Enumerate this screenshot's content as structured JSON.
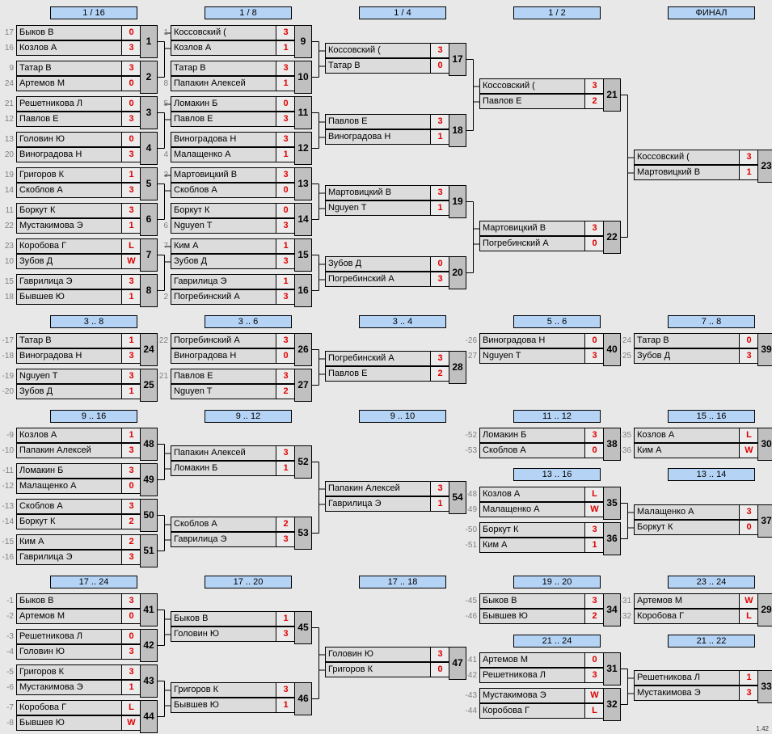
{
  "headers": [
    "1 / 16",
    "1 / 8",
    "1 / 4",
    "1 / 2",
    "ФИНАЛ",
    "3 .. 8",
    "3 .. 6",
    "3 .. 4",
    "5 .. 6",
    "7 .. 8",
    "9 .. 16",
    "9 .. 12",
    "9 .. 10",
    "11 .. 12",
    "15 .. 16",
    "13 .. 16",
    "13 .. 14",
    "17 .. 24",
    "17 .. 20",
    "17 .. 18",
    "19 .. 20",
    "23 .. 24",
    "21 .. 24",
    "21 .. 22"
  ],
  "version": "1.42",
  "matches": [
    {
      "id": "1",
      "p": [
        {
          "seed": "17",
          "name": "Быков В",
          "score": "0"
        },
        {
          "seed": "16",
          "name": "Козлов А",
          "score": "3"
        }
      ]
    },
    {
      "id": "2",
      "p": [
        {
          "seed": "9",
          "name": "Татар В",
          "score": "3"
        },
        {
          "seed": "24",
          "name": "Артемов М",
          "score": "0"
        }
      ]
    },
    {
      "id": "3",
      "p": [
        {
          "seed": "21",
          "name": "Решетникова Л",
          "score": "0"
        },
        {
          "seed": "12",
          "name": "Павлов Е",
          "score": "3"
        }
      ]
    },
    {
      "id": "4",
      "p": [
        {
          "seed": "13",
          "name": "Головин Ю",
          "score": "0"
        },
        {
          "seed": "20",
          "name": "Виноградова Н",
          "score": "3"
        }
      ]
    },
    {
      "id": "5",
      "p": [
        {
          "seed": "19",
          "name": "Григоров К",
          "score": "1"
        },
        {
          "seed": "14",
          "name": "Скоблов А",
          "score": "3"
        }
      ]
    },
    {
      "id": "6",
      "p": [
        {
          "seed": "11",
          "name": "Боркут К",
          "score": "3"
        },
        {
          "seed": "22",
          "name": "Мустакимова Э",
          "score": "1"
        }
      ]
    },
    {
      "id": "7",
      "p": [
        {
          "seed": "23",
          "name": "Коробова Г",
          "score": "L"
        },
        {
          "seed": "10",
          "name": "Зубов Д",
          "score": "W"
        }
      ]
    },
    {
      "id": "8",
      "p": [
        {
          "seed": "15",
          "name": "Гаврилица Э",
          "score": "3"
        },
        {
          "seed": "18",
          "name": "Бывшев Ю",
          "score": "1"
        }
      ]
    },
    {
      "id": "9",
      "p": [
        {
          "seed": "1",
          "name": "Коссовский (",
          "score": "3"
        },
        {
          "seed": "",
          "name": "Козлов А",
          "score": "1"
        }
      ]
    },
    {
      "id": "10",
      "p": [
        {
          "seed": "",
          "name": "Татар В",
          "score": "3"
        },
        {
          "seed": "8",
          "name": "Папакин Алексей",
          "score": "1"
        }
      ]
    },
    {
      "id": "11",
      "p": [
        {
          "seed": "5",
          "name": "Ломакин Б",
          "score": "0"
        },
        {
          "seed": "",
          "name": "Павлов Е",
          "score": "3"
        }
      ]
    },
    {
      "id": "12",
      "p": [
        {
          "seed": "",
          "name": "Виноградова Н",
          "score": "3"
        },
        {
          "seed": "4",
          "name": "Малащенко А",
          "score": "1"
        }
      ]
    },
    {
      "id": "13",
      "p": [
        {
          "seed": "3",
          "name": "Мартовицкий В",
          "score": "3"
        },
        {
          "seed": "",
          "name": "Скоблов А",
          "score": "0"
        }
      ]
    },
    {
      "id": "14",
      "p": [
        {
          "seed": "",
          "name": "Боркут К",
          "score": "0"
        },
        {
          "seed": "6",
          "name": "Nguyen T",
          "score": "3"
        }
      ]
    },
    {
      "id": "15",
      "p": [
        {
          "seed": "7",
          "name": "Ким А",
          "score": "1"
        },
        {
          "seed": "",
          "name": "Зубов Д",
          "score": "3"
        }
      ]
    },
    {
      "id": "16",
      "p": [
        {
          "seed": "",
          "name": "Гаврилица Э",
          "score": "1"
        },
        {
          "seed": "2",
          "name": "Погребинский А",
          "score": "3"
        }
      ]
    },
    {
      "id": "17",
      "p": [
        {
          "seed": "",
          "name": "Коссовский (",
          "score": "3"
        },
        {
          "seed": "",
          "name": "Татар В",
          "score": "0"
        }
      ]
    },
    {
      "id": "18",
      "p": [
        {
          "seed": "",
          "name": "Павлов Е",
          "score": "3"
        },
        {
          "seed": "",
          "name": "Виноградова Н",
          "score": "1"
        }
      ]
    },
    {
      "id": "19",
      "p": [
        {
          "seed": "",
          "name": "Мартовицкий В",
          "score": "3"
        },
        {
          "seed": "",
          "name": "Nguyen T",
          "score": "1"
        }
      ]
    },
    {
      "id": "20",
      "p": [
        {
          "seed": "",
          "name": "Зубов Д",
          "score": "0"
        },
        {
          "seed": "",
          "name": "Погребинский А",
          "score": "3"
        }
      ]
    },
    {
      "id": "21",
      "p": [
        {
          "seed": "",
          "name": "Коссовский (",
          "score": "3"
        },
        {
          "seed": "",
          "name": "Павлов Е",
          "score": "2"
        }
      ]
    },
    {
      "id": "22",
      "p": [
        {
          "seed": "",
          "name": "Мартовицкий В",
          "score": "3"
        },
        {
          "seed": "",
          "name": "Погребинский А",
          "score": "0"
        }
      ]
    },
    {
      "id": "23",
      "p": [
        {
          "seed": "",
          "name": "Коссовский (",
          "score": "3"
        },
        {
          "seed": "",
          "name": "Мартовицкий В",
          "score": "1"
        }
      ]
    },
    {
      "id": "24",
      "p": [
        {
          "seed": "-17",
          "name": "Татар В",
          "score": "1"
        },
        {
          "seed": "-18",
          "name": "Виноградова Н",
          "score": "3"
        }
      ]
    },
    {
      "id": "25",
      "p": [
        {
          "seed": "-19",
          "name": "Nguyen T",
          "score": "3"
        },
        {
          "seed": "-20",
          "name": "Зубов Д",
          "score": "1"
        }
      ]
    },
    {
      "id": "26",
      "p": [
        {
          "seed": "-22",
          "name": "Погребинский А",
          "score": "3"
        },
        {
          "seed": "",
          "name": "Виноградова Н",
          "score": "0"
        }
      ]
    },
    {
      "id": "27",
      "p": [
        {
          "seed": "-21",
          "name": "Павлов Е",
          "score": "3"
        },
        {
          "seed": "",
          "name": "Nguyen T",
          "score": "2"
        }
      ]
    },
    {
      "id": "28",
      "p": [
        {
          "seed": "",
          "name": "Погребинский А",
          "score": "3"
        },
        {
          "seed": "",
          "name": "Павлов Е",
          "score": "2"
        }
      ]
    },
    {
      "id": "40",
      "p": [
        {
          "seed": "-26",
          "name": "Виноградова Н",
          "score": "0"
        },
        {
          "seed": "-27",
          "name": "Nguyen T",
          "score": "3"
        }
      ]
    },
    {
      "id": "39",
      "p": [
        {
          "seed": "-24",
          "name": "Татар В",
          "score": "0"
        },
        {
          "seed": "-25",
          "name": "Зубов Д",
          "score": "3"
        }
      ]
    },
    {
      "id": "48",
      "p": [
        {
          "seed": "-9",
          "name": "Козлов А",
          "score": "1"
        },
        {
          "seed": "-10",
          "name": "Папакин Алексей",
          "score": "3"
        }
      ]
    },
    {
      "id": "49",
      "p": [
        {
          "seed": "-11",
          "name": "Ломакин Б",
          "score": "3"
        },
        {
          "seed": "-12",
          "name": "Малащенко А",
          "score": "0"
        }
      ]
    },
    {
      "id": "50",
      "p": [
        {
          "seed": "-13",
          "name": "Скоблов А",
          "score": "3"
        },
        {
          "seed": "-14",
          "name": "Боркут К",
          "score": "2"
        }
      ]
    },
    {
      "id": "51",
      "p": [
        {
          "seed": "-15",
          "name": "Ким А",
          "score": "2"
        },
        {
          "seed": "-16",
          "name": "Гаврилица Э",
          "score": "3"
        }
      ]
    },
    {
      "id": "52",
      "p": [
        {
          "seed": "",
          "name": "Папакин Алексей",
          "score": "3"
        },
        {
          "seed": "",
          "name": "Ломакин Б",
          "score": "1"
        }
      ]
    },
    {
      "id": "53",
      "p": [
        {
          "seed": "",
          "name": "Скоблов А",
          "score": "2"
        },
        {
          "seed": "",
          "name": "Гаврилица Э",
          "score": "3"
        }
      ]
    },
    {
      "id": "54",
      "p": [
        {
          "seed": "",
          "name": "Папакин Алексей",
          "score": "3"
        },
        {
          "seed": "",
          "name": "Гаврилица Э",
          "score": "1"
        }
      ]
    },
    {
      "id": "38",
      "p": [
        {
          "seed": "-52",
          "name": "Ломакин Б",
          "score": "3"
        },
        {
          "seed": "-53",
          "name": "Скоблов А",
          "score": "0"
        }
      ]
    },
    {
      "id": "30",
      "p": [
        {
          "seed": "-35",
          "name": "Козлов А",
          "score": "L"
        },
        {
          "seed": "-36",
          "name": "Ким А",
          "score": "W"
        }
      ]
    },
    {
      "id": "35",
      "p": [
        {
          "seed": "-48",
          "name": "Козлов А",
          "score": "L"
        },
        {
          "seed": "-49",
          "name": "Малащенко А",
          "score": "W"
        }
      ]
    },
    {
      "id": "36",
      "p": [
        {
          "seed": "-50",
          "name": "Боркут К",
          "score": "3"
        },
        {
          "seed": "-51",
          "name": "Ким А",
          "score": "1"
        }
      ]
    },
    {
      "id": "37",
      "p": [
        {
          "seed": "",
          "name": "Малащенко А",
          "score": "3"
        },
        {
          "seed": "",
          "name": "Боркут К",
          "score": "0"
        }
      ]
    },
    {
      "id": "41",
      "p": [
        {
          "seed": "-1",
          "name": "Быков В",
          "score": "3"
        },
        {
          "seed": "-2",
          "name": "Артемов М",
          "score": "0"
        }
      ]
    },
    {
      "id": "42",
      "p": [
        {
          "seed": "-3",
          "name": "Решетникова Л",
          "score": "0"
        },
        {
          "seed": "-4",
          "name": "Головин Ю",
          "score": "3"
        }
      ]
    },
    {
      "id": "43",
      "p": [
        {
          "seed": "-5",
          "name": "Григоров К",
          "score": "3"
        },
        {
          "seed": "-6",
          "name": "Мустакимова Э",
          "score": "1"
        }
      ]
    },
    {
      "id": "44",
      "p": [
        {
          "seed": "-7",
          "name": "Коробова Г",
          "score": "L"
        },
        {
          "seed": "-8",
          "name": "Бывшев Ю",
          "score": "W"
        }
      ]
    },
    {
      "id": "45",
      "p": [
        {
          "seed": "",
          "name": "Быков В",
          "score": "1"
        },
        {
          "seed": "",
          "name": "Головин Ю",
          "score": "3"
        }
      ]
    },
    {
      "id": "46",
      "p": [
        {
          "seed": "",
          "name": "Григоров К",
          "score": "3"
        },
        {
          "seed": "",
          "name": "Бывшев Ю",
          "score": "1"
        }
      ]
    },
    {
      "id": "47",
      "p": [
        {
          "seed": "",
          "name": "Головин Ю",
          "score": "3"
        },
        {
          "seed": "",
          "name": "Григоров К",
          "score": "0"
        }
      ]
    },
    {
      "id": "34",
      "p": [
        {
          "seed": "-45",
          "name": "Быков В",
          "score": "3"
        },
        {
          "seed": "-46",
          "name": "Бывшев Ю",
          "score": "2"
        }
      ]
    },
    {
      "id": "29",
      "p": [
        {
          "seed": "-31",
          "name": "Артемов М",
          "score": "W"
        },
        {
          "seed": "-32",
          "name": "Коробова Г",
          "score": "L"
        }
      ]
    },
    {
      "id": "31",
      "p": [
        {
          "seed": "-41",
          "name": "Артемов М",
          "score": "0"
        },
        {
          "seed": "-42",
          "name": "Решетникова Л",
          "score": "3"
        }
      ]
    },
    {
      "id": "32",
      "p": [
        {
          "seed": "-43",
          "name": "Мустакимова Э",
          "score": "W"
        },
        {
          "seed": "-44",
          "name": "Коробова Г",
          "score": "L"
        }
      ]
    },
    {
      "id": "33",
      "p": [
        {
          "seed": "",
          "name": "Решетникова Л",
          "score": "1"
        },
        {
          "seed": "",
          "name": "Мустакимова Э",
          "score": "3"
        }
      ]
    }
  ]
}
